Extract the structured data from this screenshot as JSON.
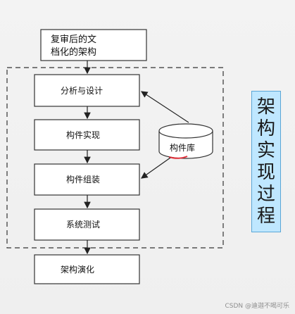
{
  "diagram": {
    "top_box_lines": [
      "复审后的文",
      "档化的架构"
    ],
    "steps": [
      "分析与设计",
      "构件实现",
      "构件组装",
      "系统测试"
    ],
    "bottom_box": "架构演化",
    "repository": "构件库"
  },
  "side_label": {
    "chars": [
      "架",
      "构",
      "实",
      "现",
      "过",
      "程"
    ]
  },
  "watermark": "CSDN @迪迦不喝可乐",
  "colors": {
    "side_label_bg": "#bfe7ff",
    "underline_accent": "#e0303a",
    "box_border": "#333333"
  }
}
